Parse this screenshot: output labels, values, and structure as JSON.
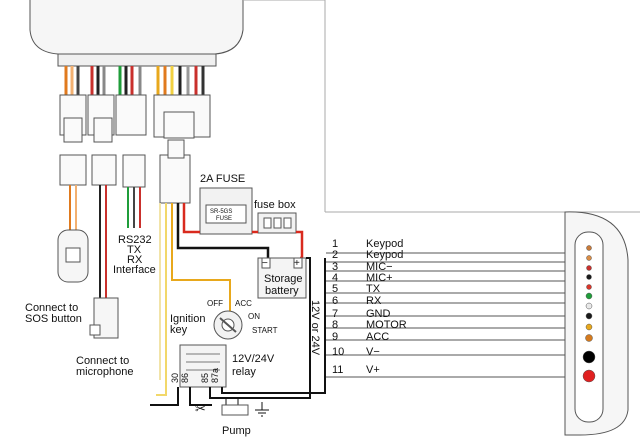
{
  "labels": {
    "fuse": "2A FUSE",
    "fuse_inner_1": "SR-5GS",
    "fuse_inner_2": "FUSE",
    "fuse_box": "fuse box",
    "storage_battery_1": "Storage",
    "storage_battery_2": "battery",
    "battery_minus": "−",
    "battery_plus": "+",
    "voltage": "12V or 24V",
    "rs232": [
      "RS232",
      "TX",
      "RX",
      "Interface"
    ],
    "sos": [
      "Connect to",
      "SOS button"
    ],
    "microphone": [
      "Connect to",
      "microphone"
    ],
    "ignition": [
      "Ignition",
      "key"
    ],
    "key_off": "OFF",
    "key_acc": "ACC",
    "key_on": "ON",
    "key_start": "START",
    "relay": [
      "12V/24V",
      "relay"
    ],
    "relay_pins": [
      "30",
      "86",
      "85",
      "87a"
    ],
    "pump": "Pump"
  },
  "pins": [
    {
      "num": "1",
      "name": "Keypod",
      "color": "#c87a3a"
    },
    {
      "num": "2",
      "name": "Keypod",
      "color": "#d98c45"
    },
    {
      "num": "3",
      "name": "MIC−",
      "color": "#c9302c"
    },
    {
      "num": "4",
      "name": "MIC+",
      "color": "#1a1a1a"
    },
    {
      "num": "5",
      "name": "TX",
      "color": "#d9352a"
    },
    {
      "num": "6",
      "name": "RX",
      "color": "#1f9d3a"
    },
    {
      "num": "7",
      "name": "GND",
      "color": "#e8e8e8"
    },
    {
      "num": "8",
      "name": "MOTOR",
      "color": "#1a1a1a"
    },
    {
      "num": "9",
      "name": "ACC",
      "color": "#e8a81c"
    },
    {
      "num": "10",
      "name": "V−",
      "color": "#d47a1e"
    },
    {
      "num": "11",
      "name": "V+",
      "color": "#000000"
    },
    {
      "num": "",
      "name": "",
      "color": "#e02020"
    }
  ]
}
